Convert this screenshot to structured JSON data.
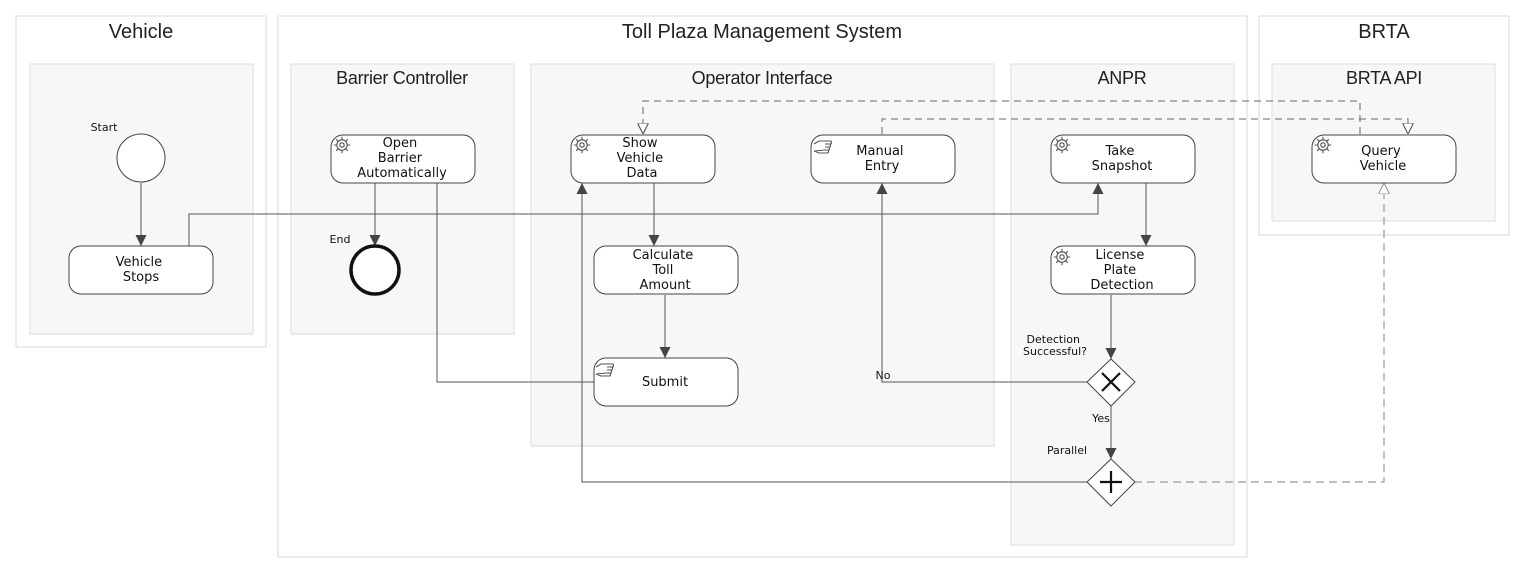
{
  "pools": {
    "vehicle": {
      "title": "Vehicle"
    },
    "system": {
      "title": "Toll Plaza Management System"
    },
    "brta": {
      "title": "BRTA"
    }
  },
  "lanes": {
    "barrier": "Barrier Controller",
    "operator": "Operator Interface",
    "anpr": "ANPR",
    "brta_api": "BRTA API"
  },
  "events": {
    "start": "Start",
    "end": "End"
  },
  "tasks": {
    "vehicle_stops": [
      "Vehicle",
      "Stops"
    ],
    "open_barrier": [
      "Open",
      "Barrier",
      "Automatically"
    ],
    "show_vehicle_data": [
      "Show",
      "Vehicle",
      "Data"
    ],
    "manual_entry": [
      "Manual",
      "Entry"
    ],
    "take_snapshot": [
      "Take",
      "Snapshot"
    ],
    "query_vehicle": [
      "Query",
      "Vehicle"
    ],
    "calculate_toll": [
      "Calculate",
      "Toll",
      "Amount"
    ],
    "license_plate": [
      "License",
      "Plate",
      "Detection"
    ],
    "submit": [
      "Submit"
    ]
  },
  "gateways": {
    "detection": [
      "Detection",
      "Successful?"
    ],
    "parallel": "Parallel"
  },
  "flow_labels": {
    "no": "No",
    "yes": "Yes"
  },
  "icons": {
    "service": "gear-icon",
    "manual": "hand-icon"
  },
  "colors": {
    "lane_fill": "#f7f7f7",
    "border": "#444444",
    "flow": "#555555"
  }
}
